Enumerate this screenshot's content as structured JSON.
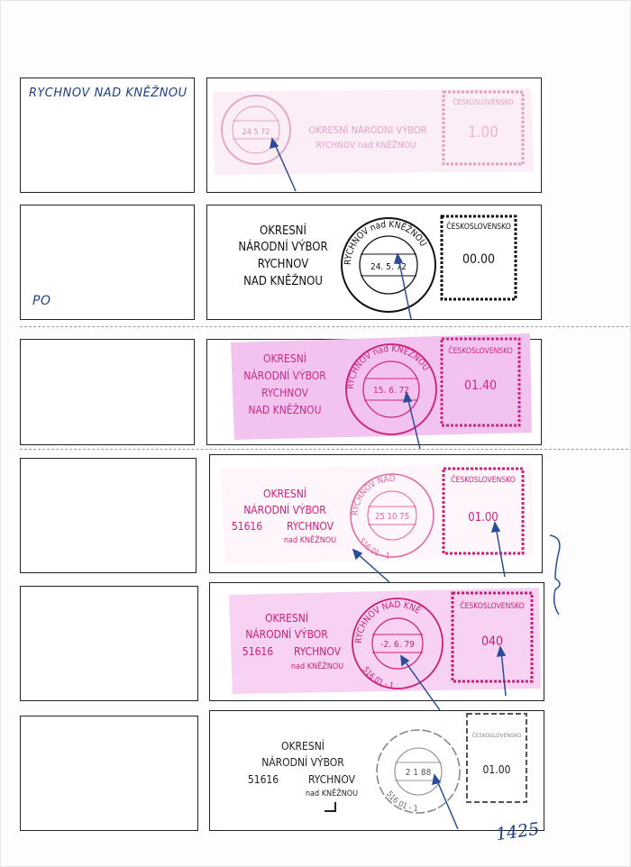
{
  "annotations": {
    "location_label": "RYCHNOV NAD KNĚŽNOU",
    "mark_po": "PO",
    "page_number": "1425"
  },
  "colors": {
    "ink_red": "#d1207a",
    "ink_faded": "#e07aa8",
    "ink_black": "#222222",
    "pen_blue": "#1f3f86",
    "paper_pink": "#f3c3ef",
    "paper_light_pink": "#fbe3f6"
  },
  "entries": [
    {
      "id": 1,
      "office": [
        "OKRESNÍ NÁRODNÍ VÝBOR",
        "RYCHNOV nad KNĚŽNOU"
      ],
      "date": "24 5 72",
      "meter_header": "ČESKOSLOVENSKO",
      "value": "1.00",
      "postcode": ""
    },
    {
      "id": 2,
      "office": [
        "OKRESNÍ",
        "NÁRODNÍ VÝBOR",
        "RYCHNOV",
        "NAD KNĚŽNOU"
      ],
      "date": "24. 5. 72",
      "postmark_ring": "RYCHNOV nad KNĚŽNOU",
      "meter_header": "ČESKOSLOVENSKO",
      "value": "00.00"
    },
    {
      "id": 3,
      "office": [
        "OKRESNÍ",
        "NÁRODNÍ VÝBOR",
        "RYCHNOV",
        "NAD KNĚŽNOU"
      ],
      "date": "15. 6. 72",
      "postmark_ring": "RYCHNOV nad KNĚŽNOU",
      "meter_header": "ČESKOSLOVENSKO",
      "value": "01.40"
    },
    {
      "id": 4,
      "office": [
        "OKRESNÍ",
        "NÁRODNÍ VÝBOR",
        "51616",
        "RYCHNOV",
        "nad KNĚŽNOU"
      ],
      "date": "25 10 75",
      "postmark_ring": "RYCHNOV NAD",
      "postmark_ring_bottom": "516 01 - 1",
      "meter_header": "ČESKOSLOVENSKO",
      "value": "01.00"
    },
    {
      "id": 5,
      "office": [
        "OKRESNÍ",
        "NÁRODNÍ VÝBOR",
        "51616",
        "RYCHNOV",
        "nad KNĚŽNOU"
      ],
      "date": "-2. 6. 79",
      "postmark_ring": "RYCHNOV NAD KNĚ",
      "postmark_ring_bottom": "516 01 - 1",
      "meter_header": "ČESKOSLOVENSKO",
      "value": "040"
    },
    {
      "id": 6,
      "office": [
        "OKRESNÍ",
        "NÁRODNÍ VÝBOR",
        "51616",
        "RYCHNOV",
        "nad KNĚŽNOU"
      ],
      "date": "2 1 88",
      "postmark_ring_bottom": "516 01 - 1",
      "meter_header": "ČESKOSLOVENSKO",
      "value": "01.00"
    }
  ]
}
